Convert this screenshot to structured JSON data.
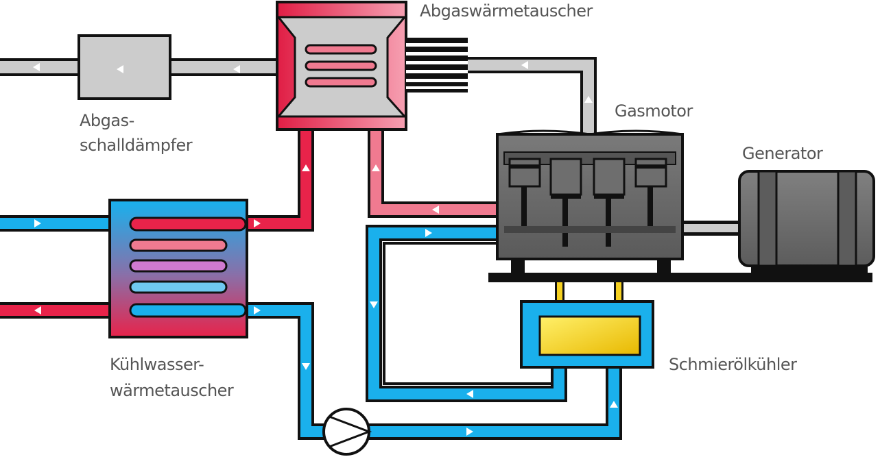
{
  "labels": {
    "exhaust_hx": "Abgaswärmetauscher",
    "muffler_line1": "Abgas-",
    "muffler_line2": "schalldämpfer",
    "gas_engine": "Gasmotor",
    "generator": "Generator",
    "coolant_hx_line1": "Kühlwasser-",
    "coolant_hx_line2": "wärmetauscher",
    "oil_cooler": "Schmierölkühler"
  },
  "colors": {
    "exhaust": "#cccccc",
    "hot": "#e8234a",
    "warm": "#f07a90",
    "cold": "#1ab0ec",
    "engine": "#6e6e6e",
    "oil": "#f5d020",
    "outline": "#111111"
  },
  "icons": [
    "flow-arrow-icon",
    "pump-icon",
    "piston-icon"
  ]
}
